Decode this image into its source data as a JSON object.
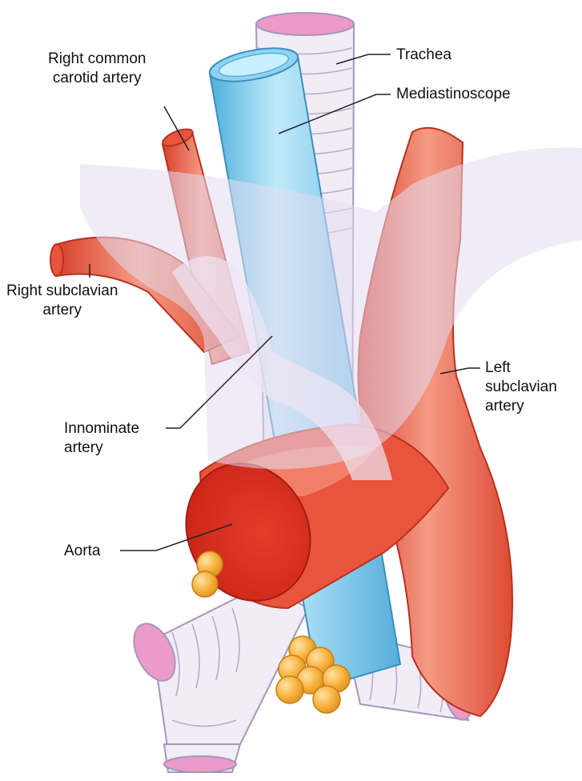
{
  "labels": {
    "right_common_carotid": {
      "line1": "Right common",
      "line2": "carotid artery"
    },
    "trachea": {
      "text": "Trachea"
    },
    "mediastinoscope": {
      "text": "Mediastinoscope"
    },
    "right_subclavian": {
      "line1": "Right subclavian",
      "line2": "artery"
    },
    "left_subclavian": {
      "line1": "Left",
      "line2": "subclavian",
      "line3": "artery"
    },
    "innominate": {
      "line1": "Innominate",
      "line2": "artery"
    },
    "aorta": {
      "text": "Aorta"
    }
  },
  "colors": {
    "artery": "#e8543c",
    "artery_dark": "#c93324",
    "artery_light": "#f7a28e",
    "scope": "#7fc7e8",
    "scope_light": "#c4ecfb",
    "trachea": "#f1edf6",
    "trachea_ring": "#b7abc9",
    "trachea_pink": "#ec9ac8",
    "lymph_node": "#f7b13d",
    "overlay": "#e9e2f3",
    "leader_line": "#222222"
  }
}
